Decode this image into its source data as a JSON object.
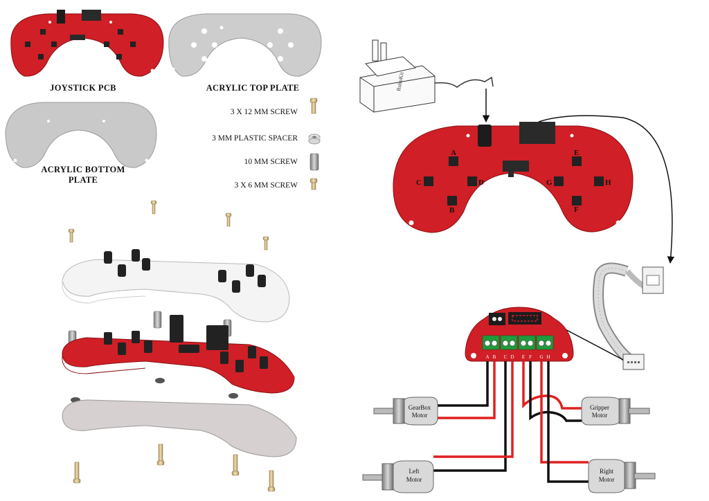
{
  "parts": {
    "joystick_pcb": "JOYSTICK PCB",
    "acrylic_top_plate": "ACRYLIC TOP PLATE",
    "acrylic_bottom_plate_line1": "ACRYLIC BOTTOM",
    "acrylic_bottom_plate_line2": "PLATE"
  },
  "hardware": [
    {
      "label": "3 X 12 MM SCREW"
    },
    {
      "label": "3 MM PLASTIC SPACER"
    },
    {
      "label": "10 MM SCREW"
    },
    {
      "label": "3 X 6 MM SCREW"
    }
  ],
  "buttons": [
    "A",
    "B",
    "C",
    "D",
    "E",
    "F",
    "G",
    "H"
  ],
  "adapter_logo": "RoboKit",
  "driver_terminals": [
    "A",
    "B",
    "C",
    "D",
    "E",
    "F",
    "G",
    "H"
  ],
  "motors": {
    "gearbox": [
      "GearBox",
      "Motor"
    ],
    "gripper": [
      "Gripper",
      "Motor"
    ],
    "left": [
      "Left",
      "Motor"
    ],
    "right": [
      "Right",
      "Motor"
    ]
  },
  "colors": {
    "pcb_red": "#d01f26",
    "plate_gray": "#c9c9c9",
    "wire_red": "#e02020",
    "wire_black": "#111111",
    "terminal_green": "#1f9a3c"
  }
}
